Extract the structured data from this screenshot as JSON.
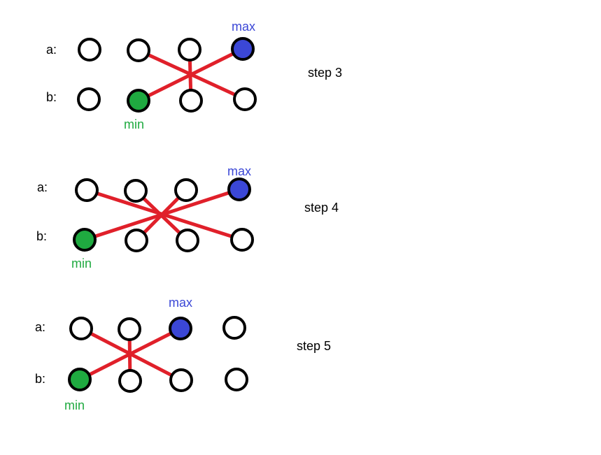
{
  "colors": {
    "line": "#e0202a",
    "max_fill": "#3b47d6",
    "min_fill": "#1faa40",
    "empty_fill": "#ffffff",
    "outline": "#000000",
    "text": "#000000"
  },
  "steps": [
    {
      "label": "step 3",
      "row_a_label": "a:",
      "row_b_label": "b:",
      "max_label": "max",
      "min_label": "min",
      "nodes_per_row": 4,
      "max_index": 3,
      "min_index": 1,
      "pairs": [
        [
          1,
          3
        ],
        [
          2,
          2
        ],
        [
          3,
          1
        ]
      ]
    },
    {
      "label": "step 4",
      "row_a_label": "a:",
      "row_b_label": "b:",
      "max_label": "max",
      "min_label": "min",
      "nodes_per_row": 4,
      "max_index": 3,
      "min_index": 0,
      "pairs": [
        [
          0,
          3
        ],
        [
          1,
          2
        ],
        [
          2,
          1
        ],
        [
          3,
          0
        ]
      ]
    },
    {
      "label": "step 5",
      "row_a_label": "a:",
      "row_b_label": "b:",
      "max_label": "max",
      "min_label": "min",
      "nodes_per_row": 4,
      "max_index": 2,
      "min_index": 0,
      "pairs": [
        [
          0,
          2
        ],
        [
          1,
          1
        ],
        [
          2,
          0
        ]
      ]
    }
  ]
}
